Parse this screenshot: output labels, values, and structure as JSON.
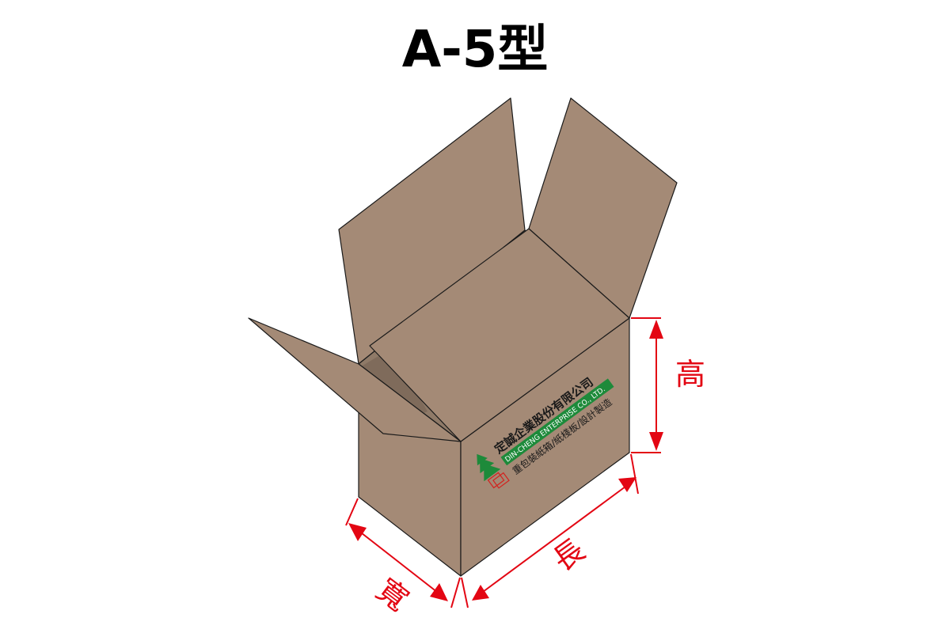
{
  "title": "A-5型",
  "dimensions": {
    "height_label": "高",
    "length_label": "長",
    "width_label": "寬"
  },
  "logo": {
    "company_name_zh": "定誠企業股份有限公司",
    "company_name_en": "DIN-CHENG ENTERPRISE CO., LTD.",
    "tagline": "重包裝紙箱/紙棧板/設計製造"
  },
  "colors": {
    "cardboard": "#a48a76",
    "cardboard_inner": "#8f7a68",
    "cardboard_shadow": "#7f6b5b",
    "outline": "#1a1a1a",
    "dimension": "#e30613",
    "logo_green": "#1d8a3a",
    "logo_red": "#d2231f"
  }
}
